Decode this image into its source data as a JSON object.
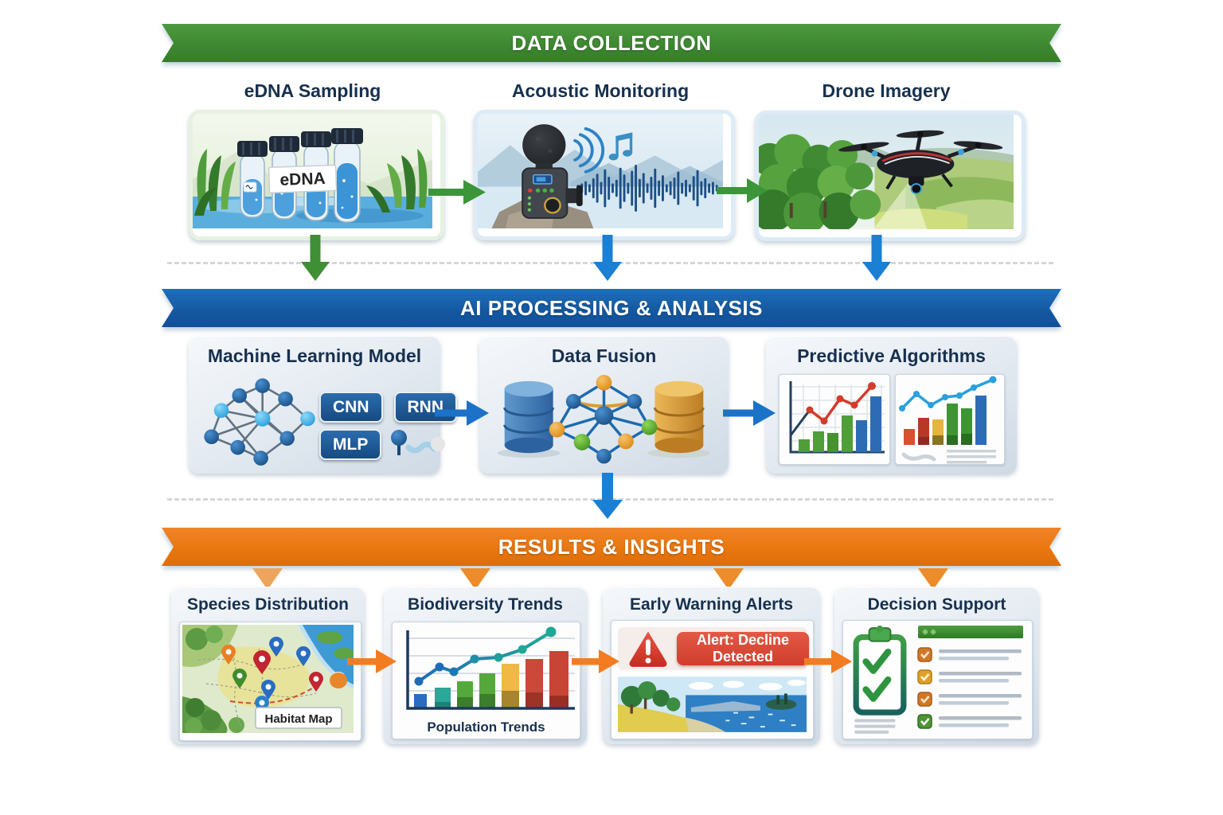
{
  "banners": {
    "data_collection": "DATA COLLECTION",
    "ai_processing": "AI PROCESSING & ANALYSIS",
    "results": "RESULTS & INSIGHTS"
  },
  "data_collection": {
    "items": [
      {
        "label": "eDNA Sampling",
        "tube_label": "eDNA"
      },
      {
        "label": "Acoustic Monitoring"
      },
      {
        "label": "Drone Imagery"
      }
    ]
  },
  "ai_processing": {
    "items": [
      {
        "title": "Machine Learning Model",
        "badges": [
          "CNN",
          "RNN",
          "MLP"
        ]
      },
      {
        "title": "Data Fusion"
      },
      {
        "title": "Predictive Algorithms"
      }
    ]
  },
  "results": {
    "items": [
      {
        "title": "Species Distribution",
        "caption": "Habitat Map"
      },
      {
        "title": "Biodiversity Trends",
        "caption": "Population Trends"
      },
      {
        "title": "Early Warning Alerts",
        "alert_text": "Alert: Decline Detected"
      },
      {
        "title": "Decision Support"
      }
    ]
  },
  "colors": {
    "section_green": "#3e8831",
    "section_blue": "#10509c",
    "section_orange": "#e06c08",
    "alert_red": "#d23c2c"
  }
}
